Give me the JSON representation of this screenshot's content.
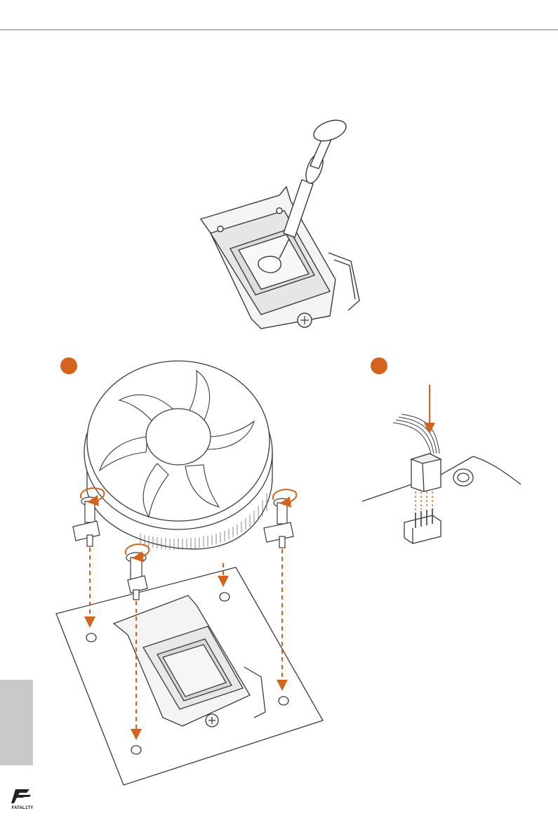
{
  "colors": {
    "accent": "#d2641e",
    "line": "#3a3a3a",
    "tab": "#c9c9c9",
    "rule": "#777777"
  },
  "logo": {
    "text": "FATAL1TY",
    "icon": "fatal1ty-logo-icon"
  },
  "steps": [
    {
      "marker": "step-marker-1",
      "illustration": "cpu-cooler-install"
    },
    {
      "marker": "step-marker-2",
      "illustration": "cpu-fan-connector"
    }
  ],
  "illustrations": [
    "thermal-paste-syringe-on-cpu",
    "cooler-push-pins-into-board-holes",
    "fan-cable-into-4-pin-header"
  ]
}
